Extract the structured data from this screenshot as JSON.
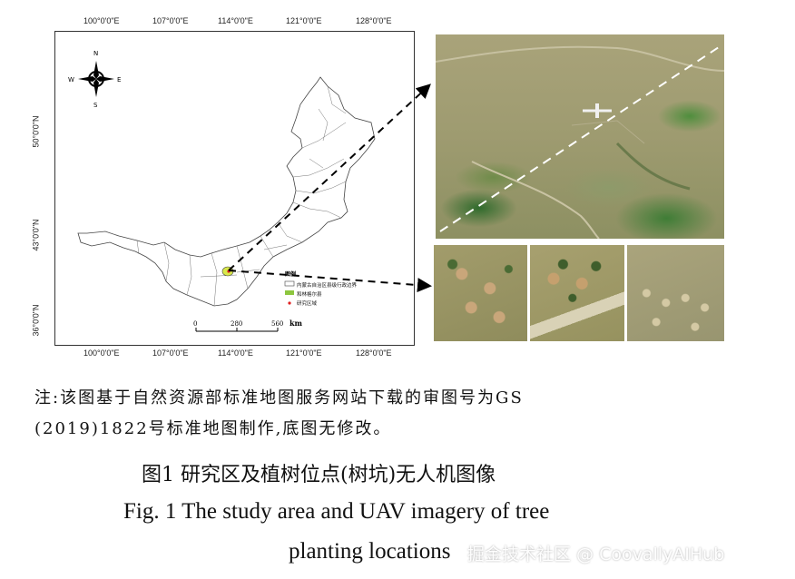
{
  "map": {
    "top_lon_labels": [
      "100°0'0\"E",
      "107°0'0\"E",
      "114°0'0\"E",
      "121°0'0\"E",
      "128°0'0\"E"
    ],
    "bottom_lon_labels": [
      "100°0'0\"E",
      "107°0'0\"E",
      "114°0'0\"E",
      "121°0'0\"E",
      "128°0'0\"E"
    ],
    "left_lat_labels": [
      "50°0'0\"N",
      "43°0'0\"N",
      "36°0'0\"N"
    ],
    "right_lat_labels": [
      "50°0'0\"N",
      "43°0'0\"N"
    ],
    "compass": {
      "n": "N",
      "s": "S",
      "e": "E",
      "w": "W"
    },
    "scalebar": {
      "ticks": [
        "0",
        "280",
        "560"
      ],
      "unit": "km"
    },
    "legend": {
      "title": "图例",
      "items": [
        "内蒙古自治区县级行政边界",
        "和林格尔县",
        "研究区域"
      ],
      "colors": {
        "boundary": "#ffffff",
        "county": "#8dc63f",
        "study": "#e02020"
      }
    }
  },
  "note": {
    "line1": "注:该图基于自然资源部标准地图服务网站下载的审图号为GS",
    "line2": "(2019)1822号标准地图制作,底图无修改。"
  },
  "caption": {
    "cn": "图1  研究区及植树位点(树坑)无人机图像",
    "en1": "Fig. 1  The study area and UAV imagery of tree",
    "en2": "planting locations"
  },
  "watermark": "掘金技术社区 @ CoovallyAIHub"
}
